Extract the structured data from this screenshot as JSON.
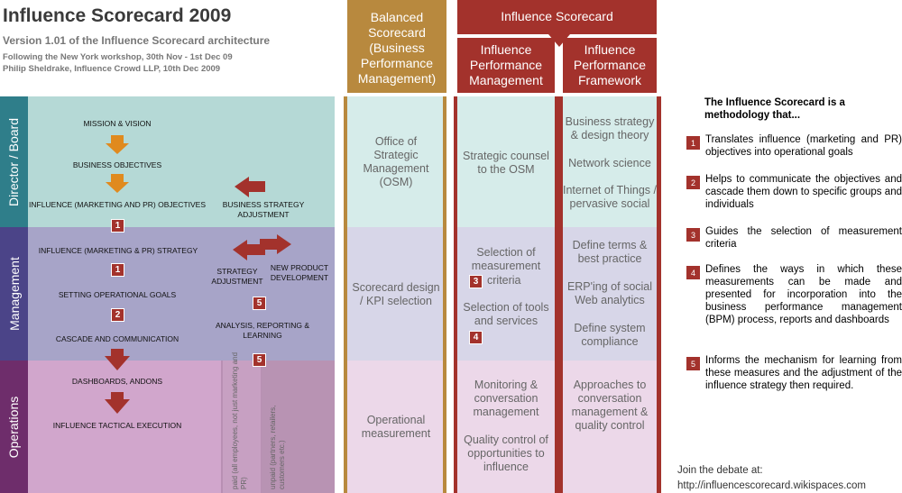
{
  "header": {
    "title": "Influence Scorecard 2009",
    "subtitle": "Version 1.01 of the Influence Scorecard architecture",
    "meta_line1": "Following the New York workshop, 30th Nov - 1st Dec 09",
    "meta_line2": "Philip Sheldrake, Influence Crowd LLP, 10th Dec 2009"
  },
  "columns": {
    "bsc_header": "Balanced Scorecard (Business Performance Management)",
    "is_header": "Influence Scorecard",
    "ipm_header": "Influence Performance Management",
    "ipf_header": "Influence Performance Framework"
  },
  "rows": {
    "director": "Director / Board",
    "management": "Management",
    "operations": "Operations"
  },
  "flow": {
    "mission": "MISSION & VISION",
    "business_objectives": "BUSINESS OBJECTIVES",
    "influence_objectives": "INFLUENCE (MARKETING AND PR) OBJECTIVES",
    "business_strategy_adjustment": "BUSINESS STRATEGY ADJUSTMENT",
    "influence_strategy": "INFLUENCE (MARKETING & PR) STRATEGY",
    "strategy_adjustment": "STRATEGY ADJUSTMENT",
    "new_product": "NEW PRODUCT DEVELOPMENT",
    "setting_goals": "SETTING OPERATIONAL GOALS",
    "cascade": "CASCADE AND COMMUNICATION",
    "analysis": "ANALYSIS, REPORTING & LEARNING",
    "dashboards": "DASHBOARDS, ANDONS",
    "tactical": "INFLUENCE TACTICAL EXECUTION",
    "paid": "paid (all employees, not just marketing and PR)",
    "unpaid": "unpaid (partners, retailers, customers etc.)"
  },
  "badges": {
    "one": "1",
    "two": "2",
    "three": "3",
    "four": "4",
    "five": "5"
  },
  "bsc_cells": {
    "director": "Office of Strategic Management (OSM)",
    "management": "Scorecard design / KPI selection",
    "operations": "Operational measurement"
  },
  "ipm_cells": {
    "director": "Strategic counsel to the OSM",
    "mgmt_a": "Selection of measurement",
    "mgmt_a_tail": "criteria",
    "mgmt_b": "Selection of tools and services",
    "ops_a": "Monitoring & conversation management",
    "ops_b": "Quality control of opportunities to influence"
  },
  "ipf_cells": {
    "dir_a": "Business strategy & design theory",
    "dir_b": "Network science",
    "dir_c": "Internet of Things / pervasive social",
    "mgmt_a": "Define terms & best practice",
    "mgmt_b": "ERP'ing of social Web analytics",
    "mgmt_c": "Define system compliance",
    "ops_a": "Approaches to conversation management & quality control"
  },
  "sidebar": {
    "intro": "The Influence Scorecard is a methodology that...",
    "items": [
      {
        "num": "1",
        "text": "Translates influence (marketing and PR) objectives into operational goals"
      },
      {
        "num": "2",
        "text": "Helps to communicate the objectives and cascade them down to specific groups and individuals"
      },
      {
        "num": "3",
        "text": "Guides the selection of measurement criteria"
      },
      {
        "num": "4",
        "text": "Defines the ways in which these measurements can be made and presented for incorporation into the business performance management (BPM) process, reports and dashboards"
      },
      {
        "num": "5",
        "text": "Informs the mechanism for learning from these measures and the adjustment of the influence strategy then required."
      }
    ],
    "footer_label": "Join the debate at:",
    "footer_url": "http://influencescorecard.wikispaces.com"
  },
  "colors": {
    "brand_red": "#a3322c",
    "bsc_gold": "#b8893e",
    "director_bg": "#b5d9d6",
    "management_bg": "#a7a4c8",
    "operations_bg": "#d1a6cc",
    "arrow_orange": "#e08a1e"
  }
}
